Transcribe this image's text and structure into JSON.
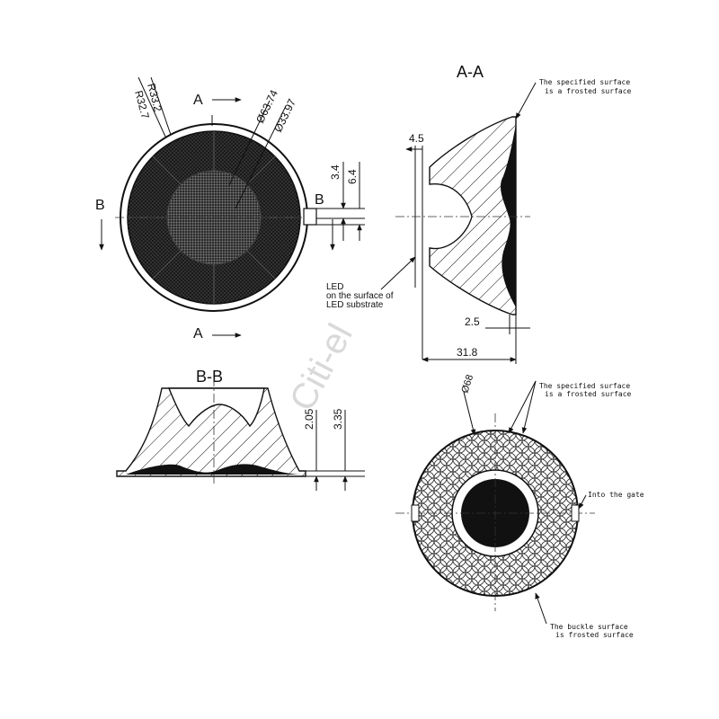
{
  "watermark": "Citi-el",
  "front_view": {
    "section_a_top": "A",
    "section_a_bottom": "A",
    "section_b_left": "B",
    "section_b_right": "B",
    "dim_r33_2": "R33.2",
    "dim_r32_7": "R32.7",
    "dim_d63_74": "Ø63.74",
    "dim_d33_97": "Ø33.97",
    "dim_3_4": "3.4",
    "dim_6_4": "6.4"
  },
  "section_aa": {
    "title": "A-A",
    "note_frosted": [
      "The specified surface",
      "is a frosted surface"
    ],
    "dim_4_5": "4.5",
    "led_label": [
      "LED",
      "on the surface of",
      "LED substrate"
    ],
    "dim_2_5": "2.5",
    "dim_31_8": "31.8"
  },
  "section_bb": {
    "title": "B-B",
    "dim_2_05": "2.05",
    "dim_3_35": "3.35"
  },
  "back_view": {
    "dim_d68": "Ø68",
    "note_frosted": [
      "The specified surface",
      "is a frosted surface"
    ],
    "note_gate": "Into the gate",
    "note_buckle": [
      "The buckle surface",
      "is frosted surface"
    ]
  }
}
